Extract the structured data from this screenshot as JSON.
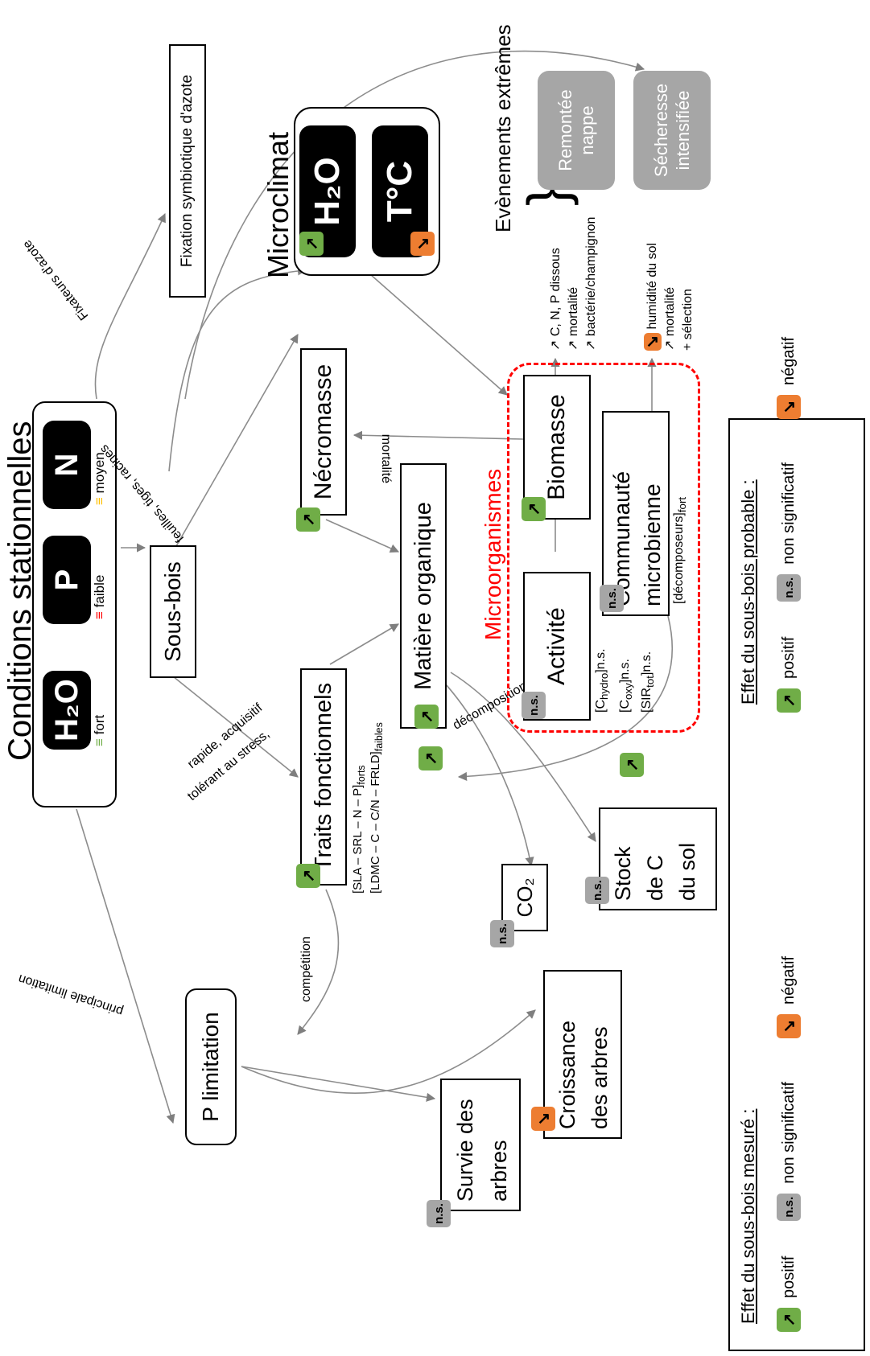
{
  "conditions": {
    "title": "Conditions stationnelles",
    "h2o": "H₂O",
    "h2o_level": "fort",
    "p": "P",
    "p_level": "faible",
    "n": "N",
    "n_level": "moyen",
    "colors": {
      "fort": "#70ad47",
      "faible": "#ff0000",
      "moyen": "#ffc000"
    }
  },
  "nodes": {
    "sous_bois": "Sous-bois",
    "fixation": "Fixation symbiotique d'azote",
    "microclimat": "Microclimat",
    "micro_h2o": "H₂O",
    "micro_tc": "T°C",
    "necromasse": "Nécromasse",
    "traits": "Traits fonctionnels",
    "traits_forts": "[SLA – SRL – N – P]",
    "traits_forts_sub": "forts",
    "traits_faibles": "[LDMC – C – C/N – FRLD]",
    "traits_faibles_sub": "faibles",
    "matiere": "Matière organique",
    "co2": "CO₂",
    "stock_lines": [
      "Stock",
      "de C",
      "du sol"
    ],
    "p_limitation": "P limitation",
    "survie_lines": [
      "Survie des",
      "arbres"
    ],
    "croissance_lines": [
      "Croissance",
      "des arbres"
    ],
    "microorganismes": "Microorganismes",
    "biomasse": "Biomasse",
    "activite": "Activité",
    "communaute_lines": [
      "Communauté",
      "microbienne"
    ],
    "decomposeurs": "[décomposeurs]",
    "decomposeurs_sub": "fort",
    "chydro": "[C",
    "chydro_sub": "hydro",
    "chydro_ns": "]n.s.",
    "coxy": "[C",
    "coxy_sub": "oxy",
    "coxy_ns": "]n.s.",
    "sir": "[SIR",
    "sir_sub": "tot",
    "sir_ns": "]n.s."
  },
  "edges": {
    "fixateurs": "Fixateurs d'azote",
    "feuilles": "feuilles, tiges, racines",
    "tolerant": "tolérant au stress,",
    "rapide": "rapide, acquisitif",
    "principale": "principale limitation",
    "competition": "compétition",
    "mortalite": "mortalité",
    "decomposition": "décomposition"
  },
  "extremes": {
    "title": "Evènements extrêmes",
    "remontee": [
      "Remontée",
      "nappe"
    ],
    "secheresse": [
      "Sécheresse",
      "intensifiée"
    ],
    "remontee_effects": [
      "↗ C, N, P dissous",
      "↗ mortalité",
      "↗ bactérie/champignon"
    ],
    "secheresse_effects": [
      "humidité du sol",
      "↗ mortalité",
      "+ sélection"
    ]
  },
  "legend": {
    "mesure_title": "Effet du sous-bois mesuré :",
    "probable_title": "Effet du sous-bois probable :",
    "positif": "positif",
    "non_significatif": "non significatif",
    "negatif": "négatif",
    "ns": "n.s.",
    "pos_icon": "↗",
    "neg_icon": "↘"
  }
}
